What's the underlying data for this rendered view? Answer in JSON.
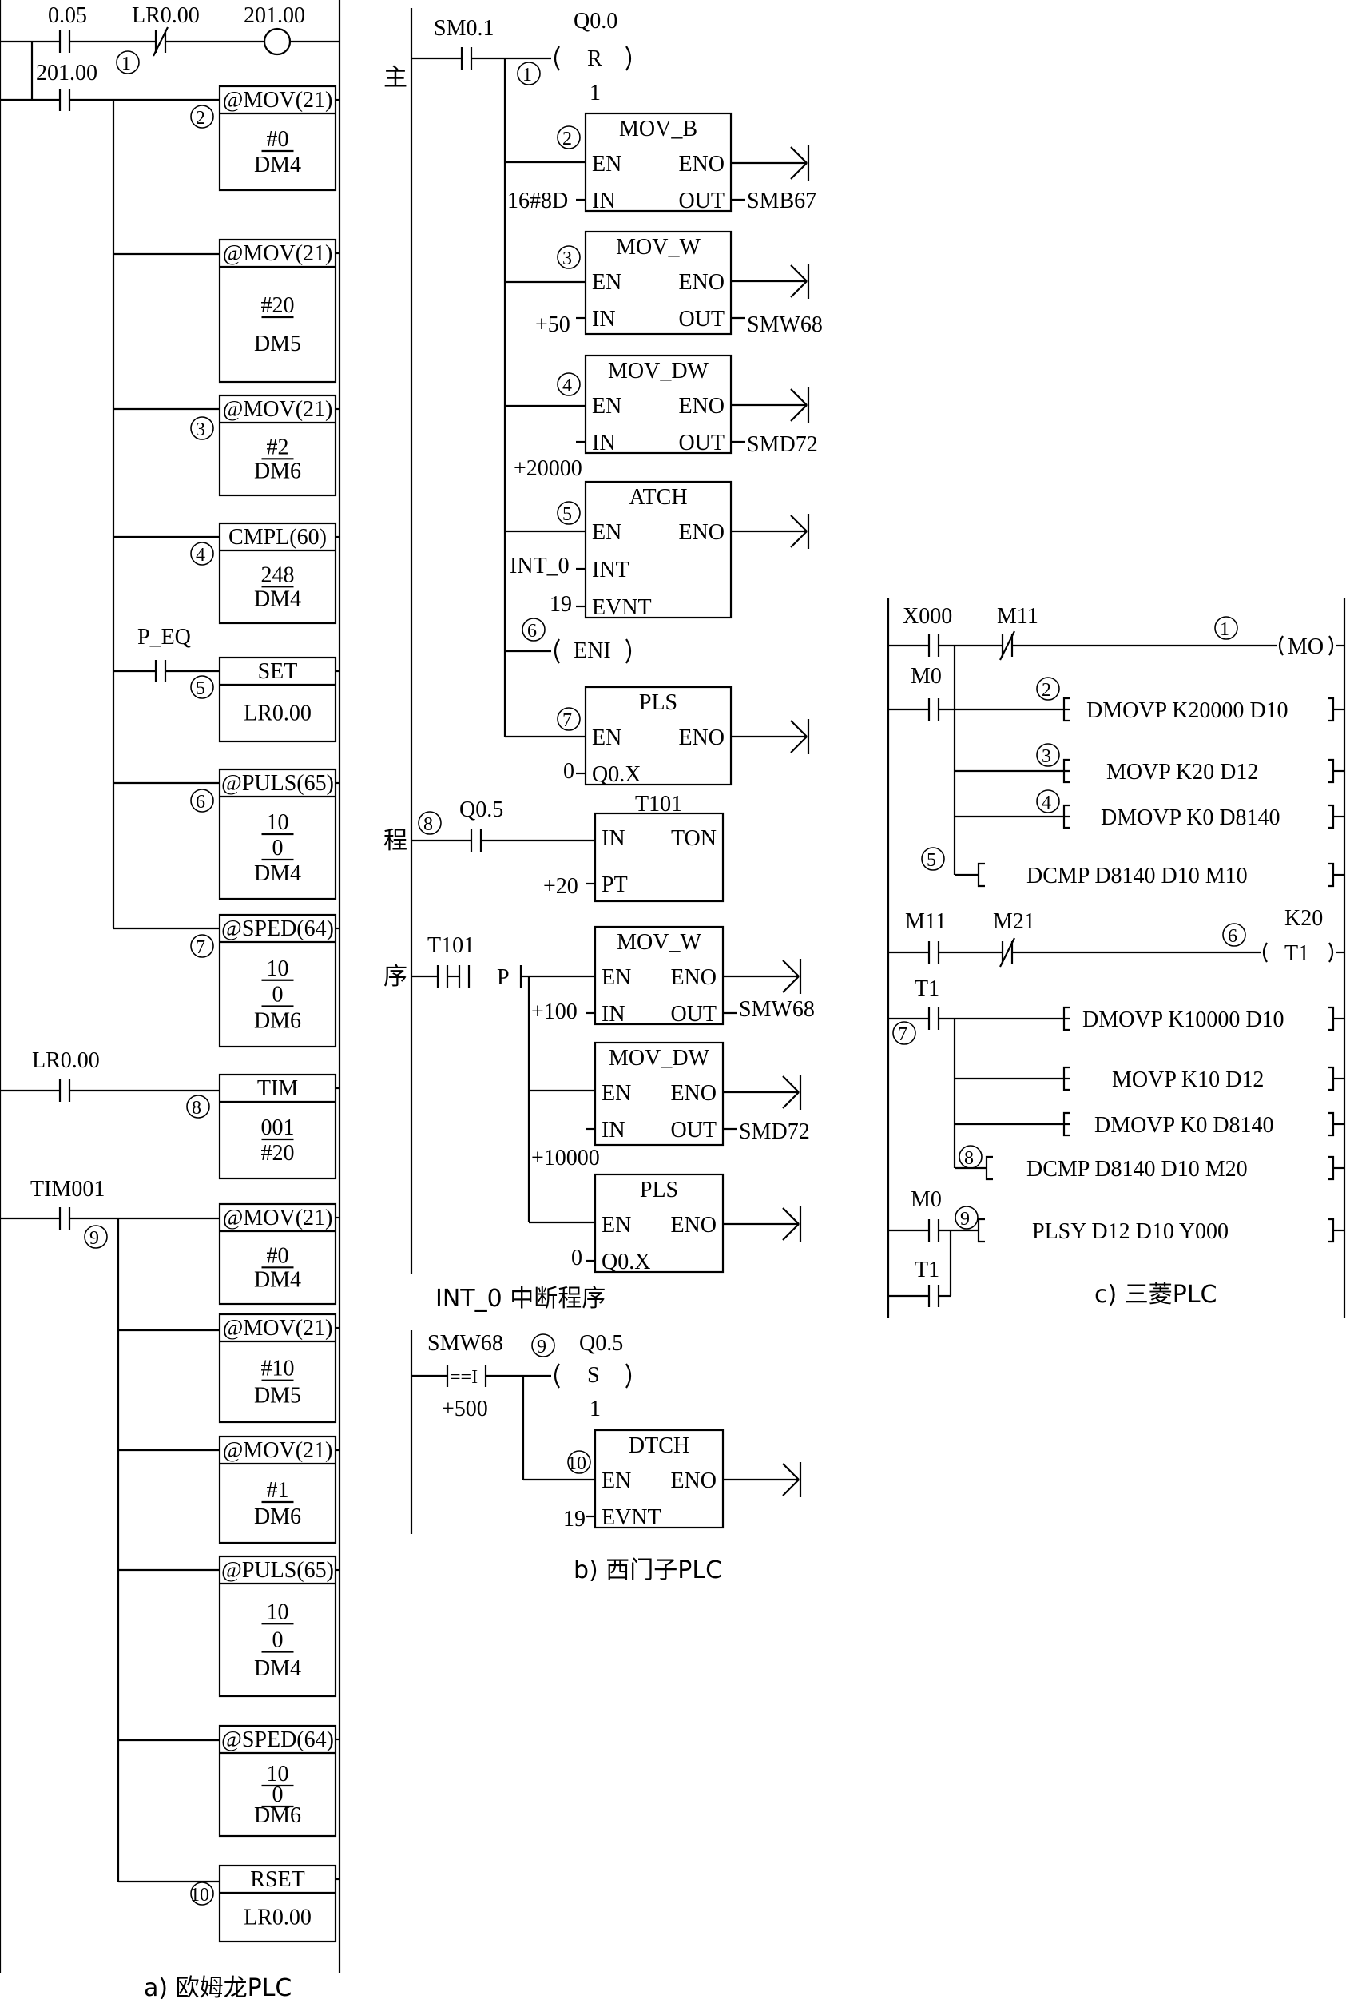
{
  "captions": {
    "a": "a) 欧姆龙PLC",
    "b": "b) 西门子PLC",
    "c": "c) 三菱PLC",
    "side_main": [
      "主",
      "程",
      "序"
    ],
    "int_title": "INT_0  中断程序"
  },
  "markers": [
    "①",
    "②",
    "③",
    "④",
    "⑤",
    "⑥",
    "⑦",
    "⑧",
    "⑨",
    "⑩"
  ],
  "omron": {
    "contacts": {
      "c005": "0.05",
      "lr000": "LR0.00",
      "coil_201": "201.00",
      "c201": "201.00",
      "p_eq": "P_EQ",
      "lr000_b": "LR0.00",
      "tim001": "TIM001"
    },
    "boxes": [
      {
        "title": "@MOV(21)",
        "l1": "#0",
        "l2": "DM4"
      },
      {
        "title": "@MOV(21)",
        "l1": "#20",
        "l2": "DM5"
      },
      {
        "title": "@MOV(21)",
        "l1": "#2",
        "l2": "DM6"
      },
      {
        "title": "CMPL(60)",
        "l1": "248",
        "l2": "DM4"
      },
      {
        "title": "SET",
        "l1": "LR0.00"
      },
      {
        "title": "@PULS(65)",
        "l1": "10",
        "l2": "0",
        "l3": "DM4"
      },
      {
        "title": "@SPED(64)",
        "l1": "10",
        "l2": "0",
        "l3": "DM6"
      },
      {
        "title": "TIM",
        "l1": "001",
        "l2": "#20"
      },
      {
        "title": "@MOV(21)",
        "l1": "#0",
        "l2": "DM4"
      },
      {
        "title": "@MOV(21)",
        "l1": "#10",
        "l2": "DM5"
      },
      {
        "title": "@MOV(21)",
        "l1": "#1",
        "l2": "DM6"
      },
      {
        "title": "@PULS(65)",
        "l1": "10",
        "l2": "0",
        "l3": "DM4"
      },
      {
        "title": "@SPED(64)",
        "l1": "10",
        "l2": "0",
        "l3": "DM6"
      },
      {
        "title": "RSET",
        "l1": "LR0.00"
      }
    ]
  },
  "siemens": {
    "sm01": "SM0.1",
    "q00": "Q0.0",
    "r": "R",
    "one": "1",
    "en": "EN",
    "eno": "ENO",
    "in": "IN",
    "out": "OUT",
    "int": "INT",
    "evnt": "EVNT",
    "pt": "PT",
    "ton": "TON",
    "mov_b": "MOV_B",
    "mov_w": "MOV_W",
    "mov_dw": "MOV_DW",
    "atch": "ATCH",
    "pls": "PLS",
    "dtch": "DTCH",
    "eni": "ENI",
    "in_16": "16#8D",
    "out_smb67": "SMB67",
    "in_50": "+50",
    "out_smw68": "SMW68",
    "in_20000": "+20000",
    "out_smd72": "SMD72",
    "int_0": "INT_0",
    "ev19": "19",
    "zero": "0",
    "q0x": "Q0.X",
    "q05": "Q0.5",
    "t101": "T101",
    "pt20": "+20",
    "p": "P",
    "in_100": "+100",
    "in_10000": "+10000",
    "smw68": "SMW68",
    "eqeq": "==I",
    "c500": "+500",
    "s": "S"
  },
  "mitsubishi": {
    "x000": "X000",
    "m11": "M11",
    "mo": "MO",
    "m0": "M0",
    "r2": "DMOVP  K20000  D10",
    "r3": "MOVP  K20  D12",
    "r4": "DMOVP  K0  D8140",
    "r5": "DCMP  D8140  D10  M10",
    "m11b": "M11",
    "m21": "M21",
    "k20": "K20",
    "t1coil": "T1",
    "t1": "T1",
    "r7a": "DMOVP  K10000  D10",
    "r7b": "MOVP  K10  D12",
    "r7c": "DMOVP  K0  D8140",
    "r8": "DCMP  D8140  D10  M20",
    "m0b": "M0",
    "r9": "PLSY  D12  D10  Y000",
    "t1b": "T1"
  }
}
